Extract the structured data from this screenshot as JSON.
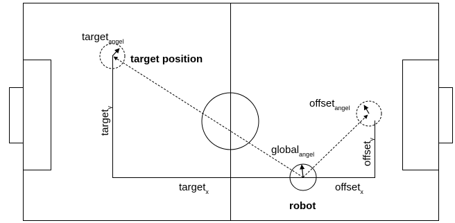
{
  "colors": {
    "line": "#000000",
    "background": "#ffffff"
  },
  "labels": {
    "target_angle": {
      "base": "target",
      "sub": "angel"
    },
    "target_position": "target position",
    "target_y": {
      "base": "target",
      "sub": "y"
    },
    "target_x": {
      "base": "target",
      "sub": "x"
    },
    "offset_angle": {
      "base": "offset",
      "sub": "angel"
    },
    "offset_y": {
      "base": "offset",
      "sub": "y"
    },
    "offset_x": {
      "base": "offset",
      "sub": "x"
    },
    "global_angle": {
      "base": "global",
      "sub": "angel"
    },
    "robot": "robot"
  }
}
